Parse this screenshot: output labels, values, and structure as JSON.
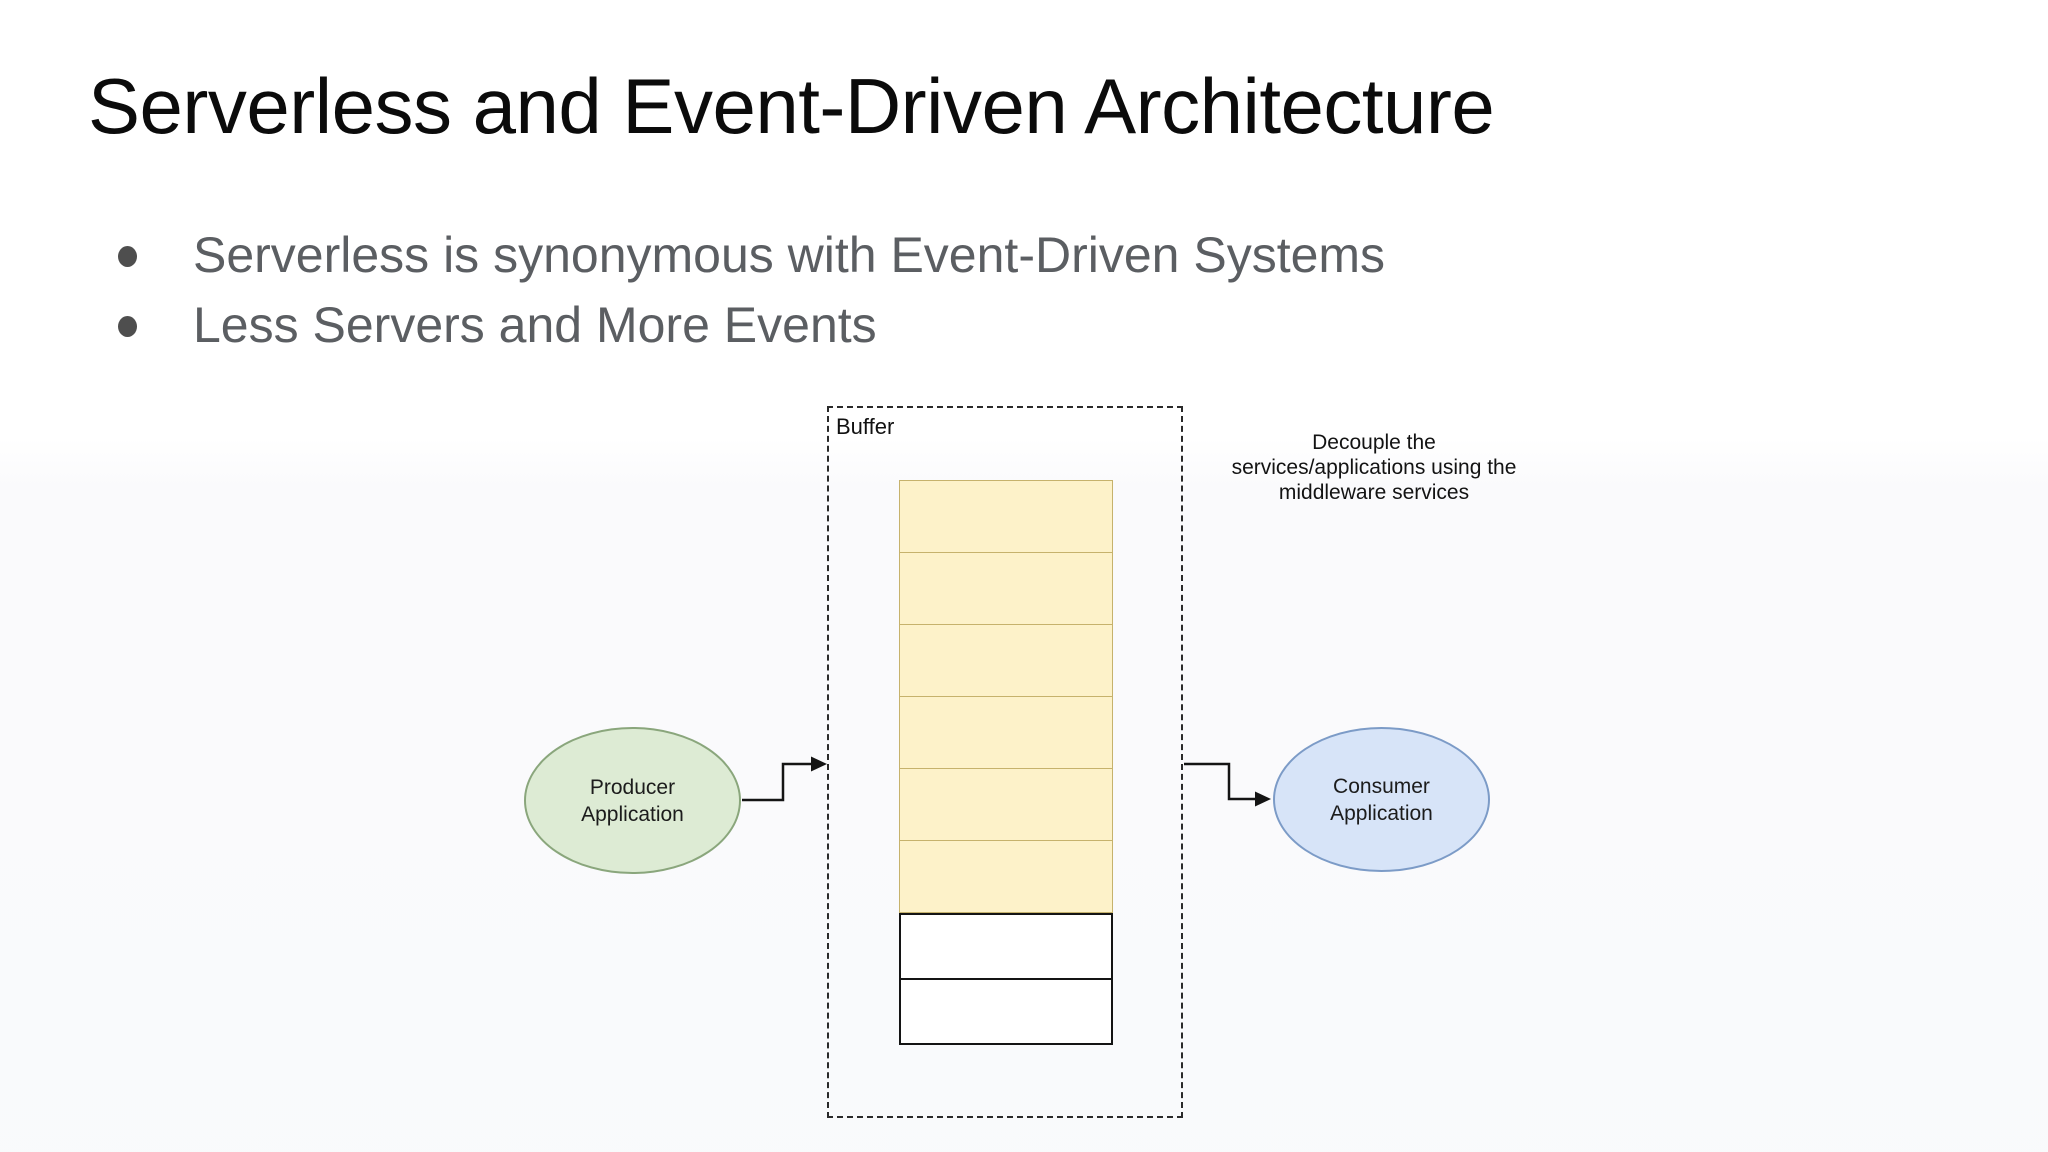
{
  "slide": {
    "title": "Serverless and Event-Driven Architecture",
    "bullets": [
      "Serverless is synonymous with Event-Driven Systems",
      "Less Servers and More Events"
    ]
  },
  "diagram": {
    "buffer": {
      "label": "Buffer",
      "filled_cells": 6,
      "empty_cells": 2
    },
    "producer": {
      "label": "Producer\nApplication"
    },
    "consumer": {
      "label": "Consumer\nApplication"
    },
    "annotation_lines": [
      "Decouple the",
      "services/applications using the",
      "middleware services"
    ],
    "colors": {
      "filled_cell_fill": "#fdf2c9",
      "filled_cell_border": "#c6b26c",
      "empty_cell_border": "#141414",
      "producer_fill": "#ddebd4",
      "producer_border": "#8aa67c",
      "consumer_fill": "#d7e4f8",
      "consumer_border": "#7c9bc7",
      "connector": "#141414",
      "title_text": "#0b0b0b",
      "bullet_text": "#5b5e62"
    }
  }
}
